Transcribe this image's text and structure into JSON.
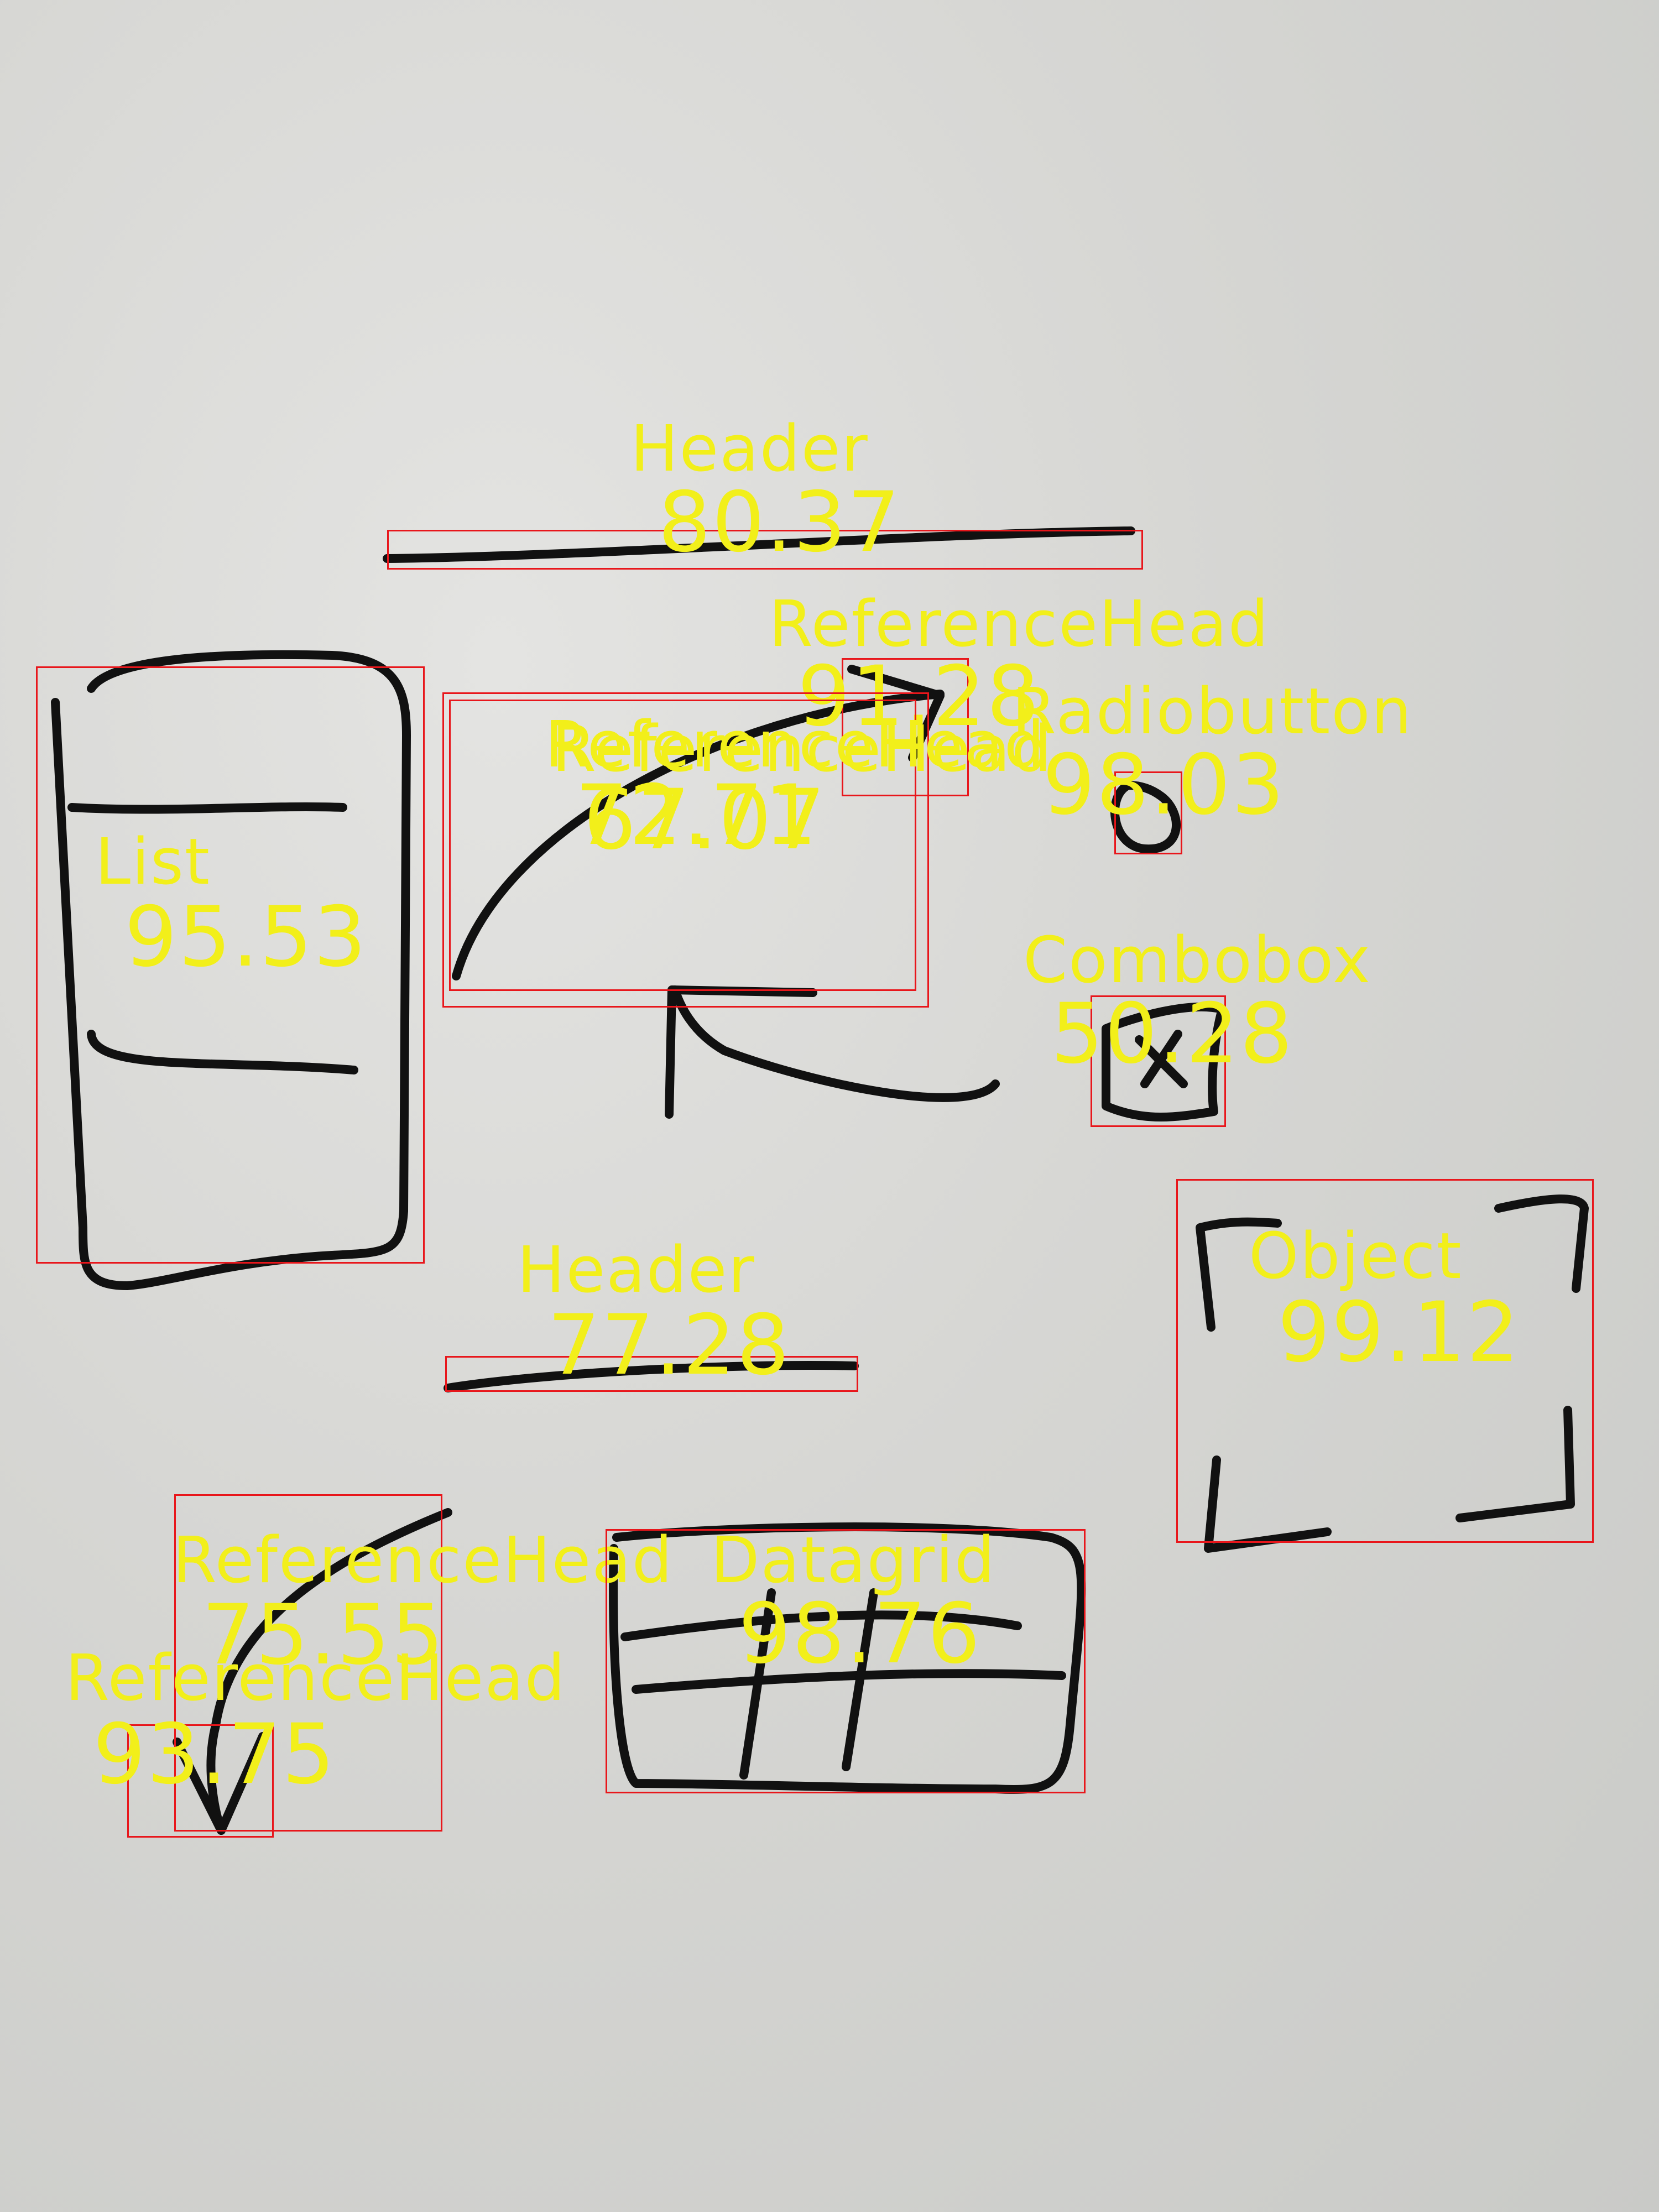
{
  "detections": [
    {
      "label": "Header",
      "score": "80.37"
    },
    {
      "label": "ReferenceHead",
      "score": "91.28"
    },
    {
      "label": "Radiobutton",
      "score": "98.03"
    },
    {
      "label": "ReferenceHead",
      "score": "72.71"
    },
    {
      "label": "ReferenceHead",
      "score": "67.07"
    },
    {
      "label": "List",
      "score": "95.53"
    },
    {
      "label": "Combobox",
      "score": "50.28"
    },
    {
      "label": "Object",
      "score": "99.12"
    },
    {
      "label": "Header",
      "score": "77.28"
    },
    {
      "label": "ReferenceHead",
      "score": "75.55"
    },
    {
      "label": "Datagrid",
      "score": "98.76"
    },
    {
      "label": "ReferenceHead",
      "score": "93.75"
    }
  ],
  "colors": {
    "box": "#e8161b",
    "label": "#f2ef1a",
    "ink": "#111111"
  }
}
